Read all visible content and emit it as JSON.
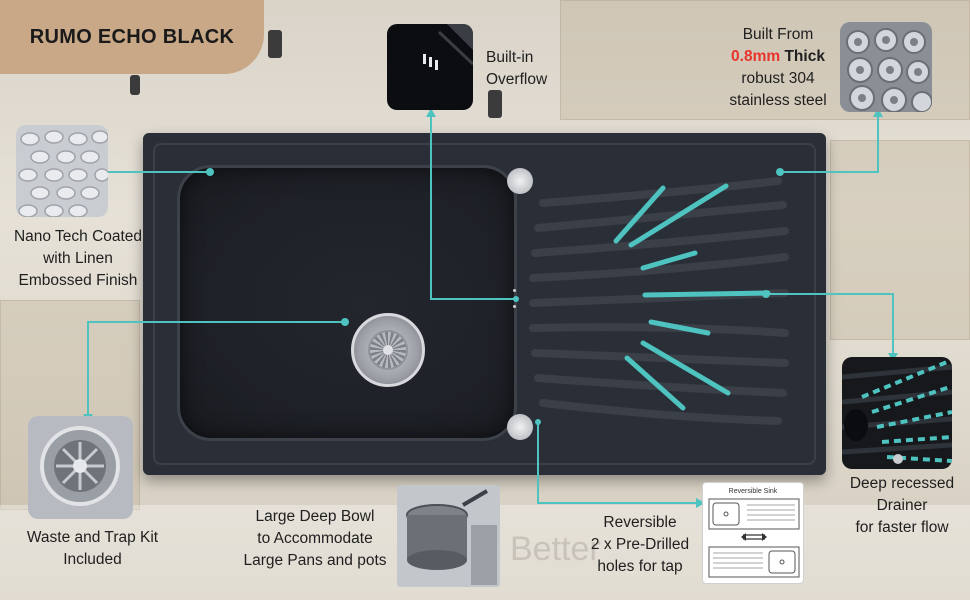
{
  "title": "RUMO ECHO BLACK",
  "features": {
    "overflow": {
      "line1": "Built-in",
      "line2": "Overflow"
    },
    "steel": {
      "line1": "Built From",
      "thickness": "0.8mm",
      "thick_word": "Thick",
      "line3": "robust 304",
      "line4": "stainless steel"
    },
    "finish": {
      "line1": "Nano Tech Coated",
      "line2": "with Linen",
      "line3": "Embossed Finish"
    },
    "waste": {
      "line1": "Waste and Trap Kit",
      "line2": "Included"
    },
    "bowl": {
      "line1": "Large Deep Bowl",
      "line2": "to Accommodate",
      "line3": "Large Pans and pots"
    },
    "reversible": {
      "line1": "Reversible",
      "line2": "2 x Pre-Drilled",
      "line3": "holes for tap",
      "diagram_title": "Reversible Sink"
    },
    "drainer": {
      "line1": "Deep recessed",
      "line2": "Drainer",
      "line3": "for faster flow"
    }
  },
  "watermark": "Better",
  "colors": {
    "accent": "#4ec3c0",
    "badge": "#c8a886",
    "sink": "#2a2e36",
    "highlight": "#e8342c"
  },
  "icons": [
    "overflow-closeup-icon",
    "steel-coils-icon",
    "linen-texture-icon",
    "waste-kit-icon",
    "deep-bowl-pans-icon",
    "reversible-diagram-icon",
    "drainer-closeup-icon"
  ]
}
